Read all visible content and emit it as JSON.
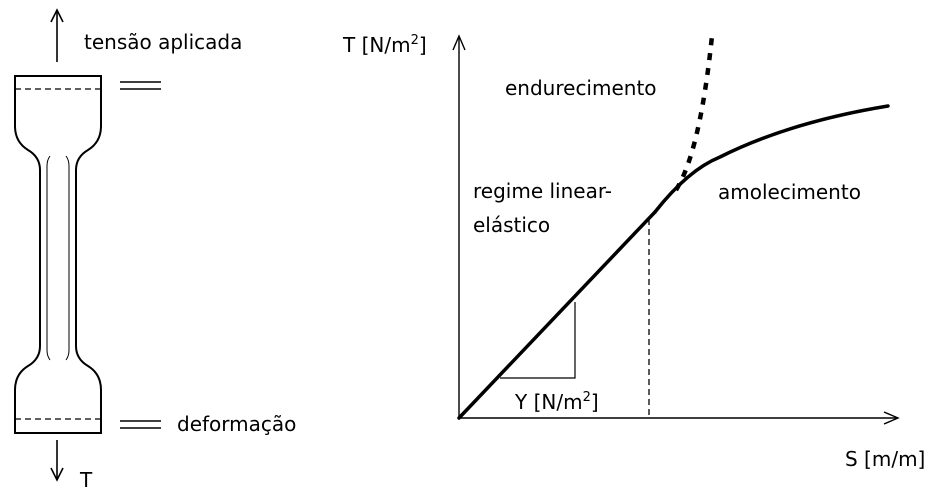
{
  "specimen": {
    "top_label": "tensão aplicada",
    "bottom_label": "deformação",
    "bottom_force": "T"
  },
  "graph": {
    "y_axis_label": "T [N/m",
    "y_axis_sup": "2",
    "y_axis_close": "]",
    "x_axis_label": "S [m/m]",
    "slope_label": "Y [N/m",
    "slope_sup": "2",
    "slope_close": "]",
    "linear_label_line1": "regime linear-",
    "linear_label_line2": "elástico",
    "hardening_label": "endurecimento",
    "softening_label": "amolecimento"
  }
}
